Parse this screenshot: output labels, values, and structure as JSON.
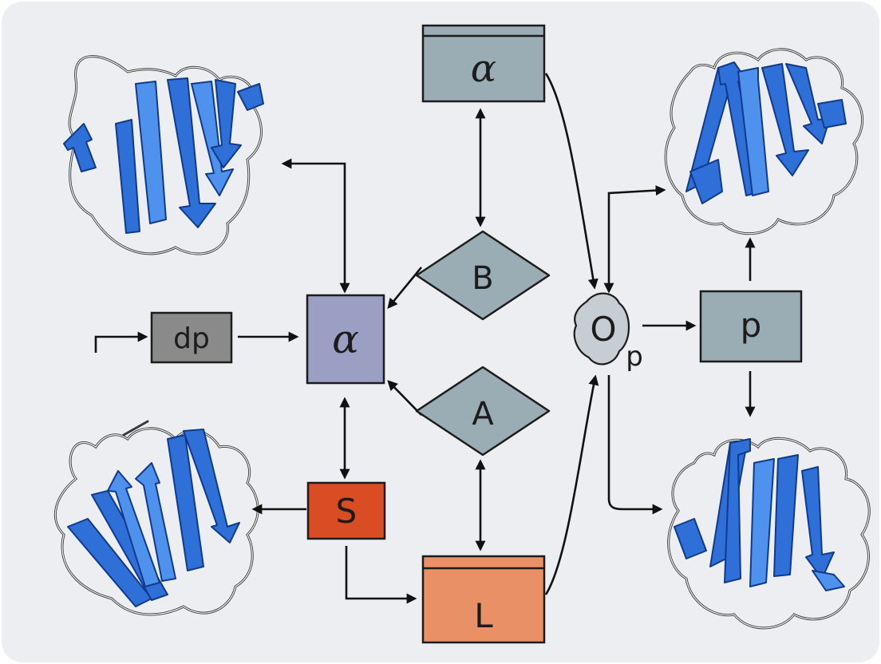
{
  "nodes": {
    "alpha_top": "α",
    "alpha_center": "α",
    "dp": "dp",
    "diamond_b": "B",
    "diamond_a": "A",
    "s": "S",
    "l": "L",
    "op_o": "O",
    "op_p": "p",
    "p": "p"
  },
  "colors": {
    "background": "#eceef1",
    "alpha_top": "#9aacb4",
    "alpha_center": "#9b9fc4",
    "dp": "#8a8a8a",
    "diamonds": "#9aacb4",
    "s": "#d94c24",
    "l": "#e99066",
    "p": "#9aacb4",
    "op": "#c6cdd3",
    "strand": "#2f6fd8"
  },
  "icons": [
    "protein-beta-sheet-icon"
  ]
}
